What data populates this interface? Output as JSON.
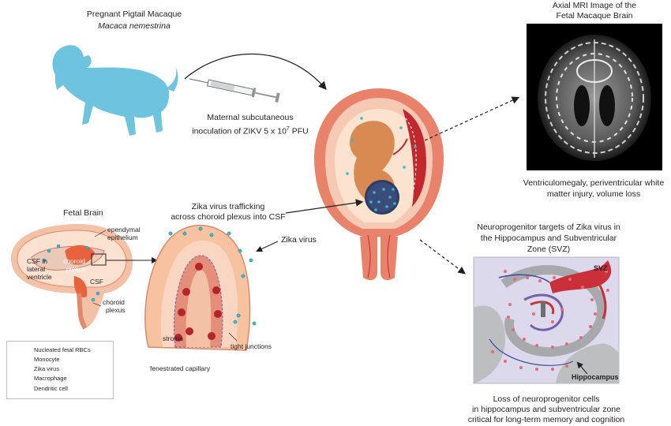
{
  "monkey": {
    "title": "Pregnant Pigtail Macaque",
    "species": "Macaca nemestrina",
    "color": "#6ec3df"
  },
  "inoculation": {
    "line1": "Maternal subcutaneous",
    "line2_prefix": "inoculation of ZIKV 5 x 10",
    "line2_sup": "7",
    "line2_suffix": " PFU"
  },
  "mri": {
    "title_line1": "Axial MRI Image of the",
    "title_line2": "Fetal Macaque Brain",
    "caption_line1": "Ventriculomegaly, periventricular white",
    "caption_line2": "matter injury, volume loss"
  },
  "fetal_brain": {
    "title": "Fetal Brain",
    "ependymal_1": "ependymal",
    "ependymal_2": "epithelium",
    "csf_lv_1": "CSF in",
    "csf_lv_2": "lateral",
    "csf_lv_3": "ventricle",
    "choroid_in_1": "choroid",
    "choroid_in_2": "plexus",
    "csf": "CSF",
    "choroid_out_1": "choroid",
    "choroid_out_2": "plexus"
  },
  "trafficking": {
    "line1": "Zika virus trafficking",
    "line2": "across choroid plexus into CSF",
    "zika_label": "Zika virus",
    "stroma": "stroma",
    "tight_junctions": "tight junctions",
    "fenestrated": "fenestrated capillary"
  },
  "legend": {
    "items": [
      "Nucleated fetal RBCs",
      "Monocyte",
      "Zika virus",
      "Macrophage",
      "Dendritic cell"
    ]
  },
  "hippocampus": {
    "title_line1": "Neuroprogenitor targets of Zika virus in",
    "title_line2": "the Hippocampus and Subventricular",
    "title_line3": "Zone (SVZ)",
    "svz": "SVZ",
    "hippocampus": "Hippocampus",
    "caption_line1": "Loss of neuroprogenitor cells",
    "caption_line2": "in hippocampus and subventricular zone",
    "caption_line3": "critical for long-term memory and cognition"
  },
  "colors": {
    "uterus": "#e8826a",
    "uterus_light": "#f6c9b4",
    "fetus": "#d98a52",
    "virus": "#3fb3cc",
    "rbc": "#b5242b",
    "svz_red": "#c9303a",
    "hippo_panel": "#ddd9ec"
  }
}
